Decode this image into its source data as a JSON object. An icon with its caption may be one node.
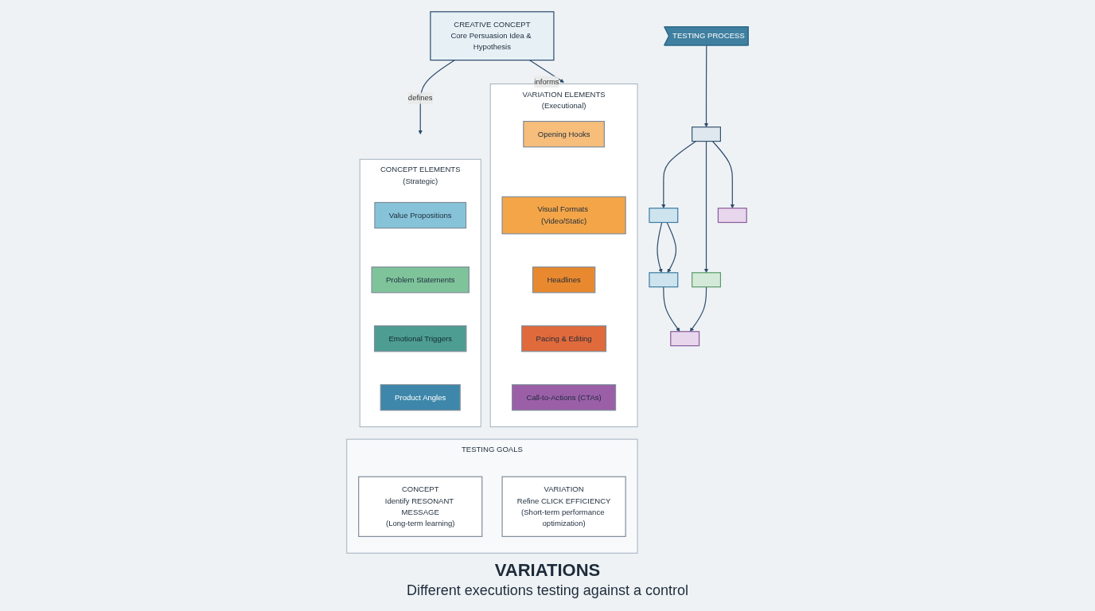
{
  "diagram": {
    "nodes": [
      {
        "text": [
          "CREATIVE CONCEPT",
          "Core Persuasion Idea & Hypothesis"
        ]
      },
      {
        "text": [
          "CONCEPT ELEMENTS",
          "(Strategic)"
        ]
      },
      {
        "text": [
          "Value Propositions"
        ],
        "in": 1
      },
      {
        "text": [
          "Problem Statements"
        ],
        "in": 1
      },
      {
        "text": [
          "Emotional Triggers"
        ],
        "in": 1
      },
      {
        "text": [
          "Product Angles"
        ],
        "in": 1
      },
      {
        "text": [
          "VARIATION ELEMENTS",
          "(Executional)"
        ]
      },
      {
        "text": [
          "Opening Hooks"
        ],
        "in": 6
      },
      {
        "text": [
          "Visual Formats (Video/Static)"
        ],
        "in": 6
      },
      {
        "text": [
          "Headlines"
        ],
        "in": 6
      },
      {
        "text": [
          "Pacing & Editing"
        ],
        "in": 6
      },
      {
        "text": [
          "Call-to-Actions (CTAs)"
        ],
        "in": 6
      },
      {
        "text": [
          "TESTING PROCESS"
        ]
      },
      {
        "text": [],
        "shape": "box"
      },
      {
        "text": [],
        "shape": "box"
      },
      {
        "text": [],
        "shape": "box"
      },
      {
        "text": [],
        "shape": "box"
      },
      {
        "text": [],
        "shape": "box"
      },
      {
        "text": [],
        "shape": "box"
      },
      {
        "text": [
          "TESTING GOALS"
        ]
      },
      {
        "text": [
          "CONCEPT",
          "Identify RESONANT MESSAGE",
          "(Long-term learning)"
        ],
        "in": 19
      },
      {
        "text": [
          "VARIATION",
          "Refine CLICK EFFICIENCY",
          "(Short-term performance optimization)"
        ],
        "in": 19
      }
    ],
    "edges": [
      {
        "from": 0,
        "to": 1,
        "label": "defines",
        "arrow": "to"
      },
      {
        "from": 0,
        "to": 6,
        "label": "informs",
        "arrow": "to"
      },
      {
        "from": 12,
        "to": 13,
        "arrow": "to"
      },
      {
        "from": 13,
        "to": 14,
        "arrow": "to"
      },
      {
        "from": 13,
        "to": 15,
        "arrow": "to"
      },
      {
        "from": 13,
        "to": 16,
        "arrow": "to"
      },
      {
        "from": 14,
        "to": 17,
        "arrow": "to"
      },
      {
        "from": 14,
        "to": 17,
        "arrow": "to"
      },
      {
        "from": 15,
        "to": 18,
        "arrow": "to"
      },
      {
        "from": 17,
        "to": 18,
        "arrow": "to"
      }
    ],
    "labels": [
      "VARIATIONS",
      "Different executions testing against a control"
    ]
  }
}
